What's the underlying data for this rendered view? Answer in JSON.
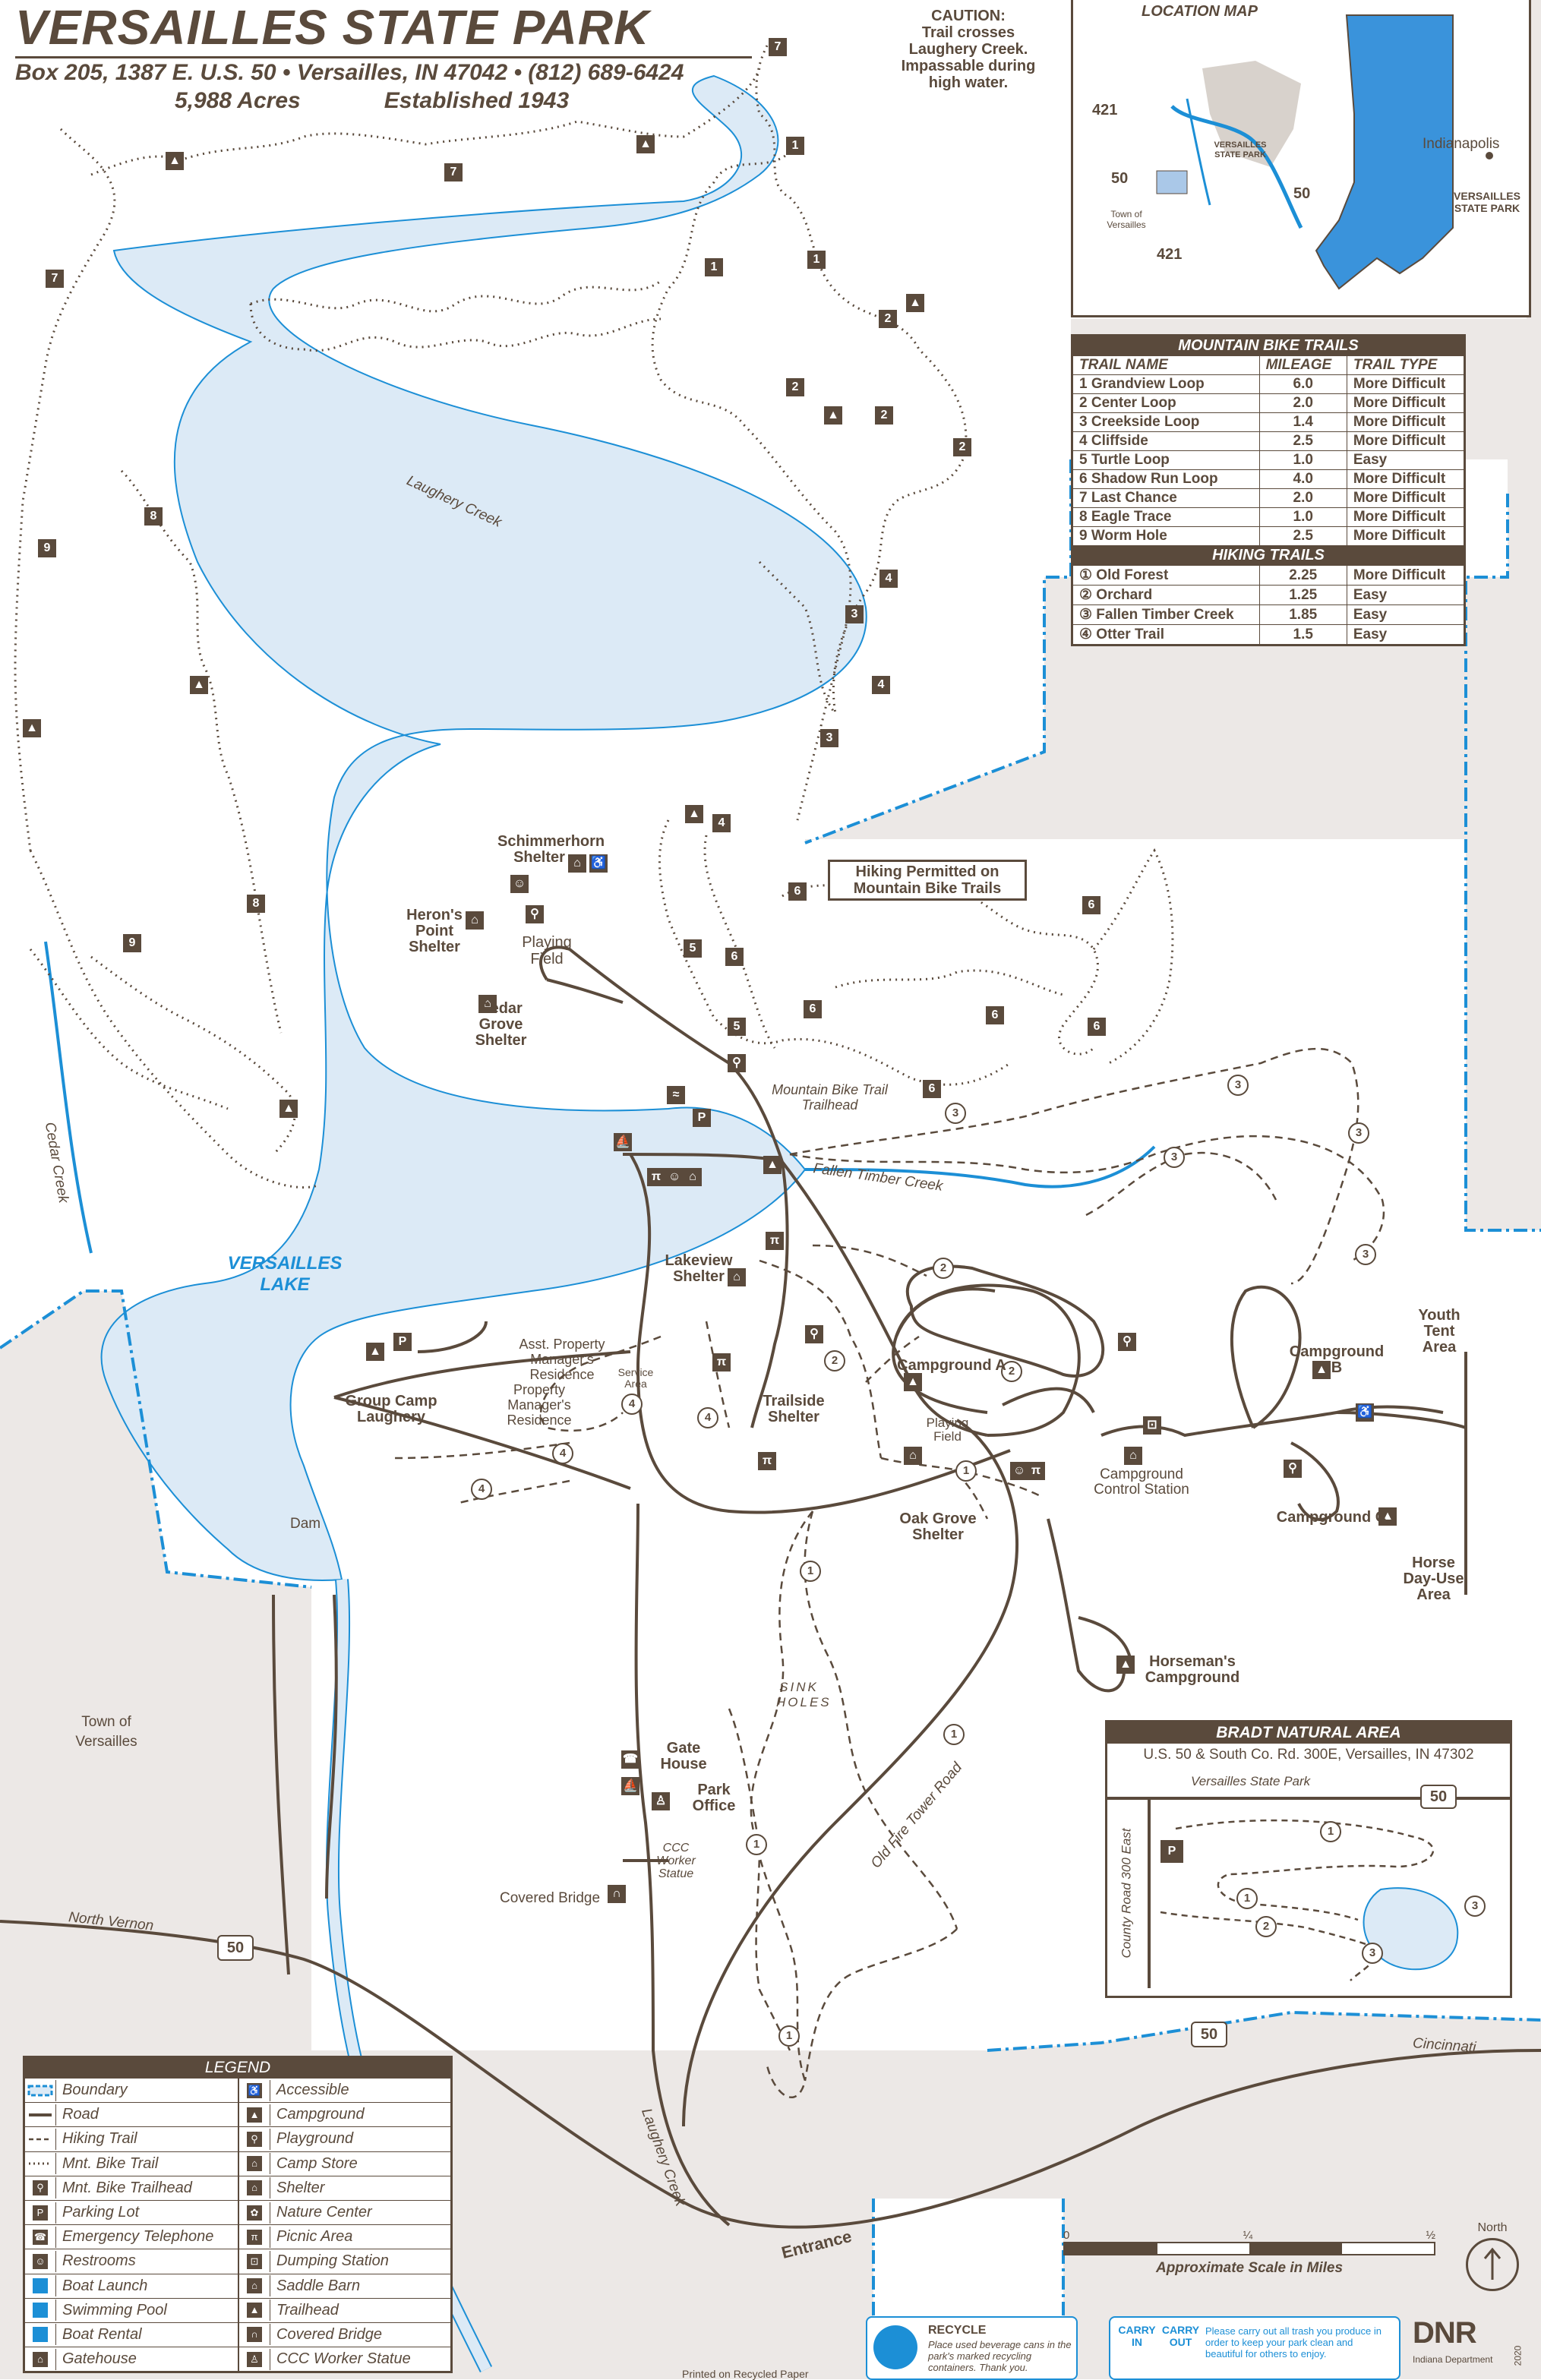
{
  "header": {
    "title": "VERSAILLES STATE PARK",
    "address": "Box 205, 1387 E. U.S. 50 • Versailles, IN 47042 • (812) 689-6424",
    "acres": "5,988 Acres",
    "established": "Established 1943"
  },
  "caution": {
    "title": "CAUTION:",
    "lines": [
      "Trail crosses",
      "Laughery Creek.",
      "Impassable during",
      "high water."
    ]
  },
  "location_map": {
    "title": "LOCATION MAP",
    "indianapolis": "Indianapolis",
    "park_label": "VERSAILLES STATE PARK",
    "park_label_small": "VERSAILLES STATE PARK",
    "town": "Town of Versailles",
    "routes": [
      "421",
      "50",
      "50",
      "421"
    ]
  },
  "mountain_bike_trails": {
    "title": "MOUNTAIN BIKE TRAILS",
    "headers": [
      "TRAIL NAME",
      "MILEAGE",
      "TRAIL TYPE"
    ],
    "rows": [
      [
        "1 Grandview Loop",
        "6.0",
        "More Difficult"
      ],
      [
        "2 Center Loop",
        "2.0",
        "More Difficult"
      ],
      [
        "3 Creekside Loop",
        "1.4",
        "More Difficult"
      ],
      [
        "4 Cliffside",
        "2.5",
        "More Difficult"
      ],
      [
        "5 Turtle Loop",
        "1.0",
        "Easy"
      ],
      [
        "6 Shadow Run Loop",
        "4.0",
        "More Difficult"
      ],
      [
        "7 Last Chance",
        "2.0",
        "More Difficult"
      ],
      [
        "8 Eagle Trace",
        "1.0",
        "More Difficult"
      ],
      [
        "9 Worm Hole",
        "2.5",
        "More Difficult"
      ]
    ]
  },
  "hiking_trails": {
    "title": "HIKING TRAILS",
    "rows": [
      [
        "① Old Forest",
        "2.25",
        "More Difficult"
      ],
      [
        "② Orchard",
        "1.25",
        "Easy"
      ],
      [
        "③ Fallen Timber Creek",
        "1.85",
        "Easy"
      ],
      [
        "④ Otter Trail",
        "1.5",
        "Easy"
      ]
    ]
  },
  "labels": {
    "schimmerhorn": "Schimmerhorn Shelter",
    "herons": "Heron's Point Shelter",
    "playing_field": "Playing Field",
    "cedar_grove": "Cedar Grove Shelter",
    "hiking_permitted": "Hiking Permitted on Mountain Bike Trails",
    "mtb_trailhead": "Mountain Bike Trail Trailhead",
    "lake": "VERSAILLES LAKE",
    "lakeview": "Lakeview Shelter",
    "asst_manager": "Asst. Property Manager's Residence",
    "manager": "Property Manager's Residence",
    "service_area": "Service Area",
    "group_camp": "Group Camp Laughery",
    "trailside": "Trailside Shelter",
    "campground_a": "Campground A",
    "playing_field2": "Playing Field",
    "oak_grove": "Oak Grove Shelter",
    "control_station": "Campground Control Station",
    "campground_b": "Campground B",
    "campground_c": "Campground C",
    "youth_tent": "Youth Tent Area",
    "horse_day": "Horse Day-Use Area",
    "horseman": "Horseman's Campground",
    "sink_holes": "SINK HOLES",
    "dam": "Dam",
    "town": "Town of Versailles",
    "gate_house": "Gate House",
    "park_office": "Park Office",
    "ccc_statue": "CCC Worker Statue",
    "covered_bridge": "Covered Bridge",
    "north_vernon": "North Vernon",
    "cincinnati": "Cincinnati",
    "entrance": "Entrance",
    "old_fire_tower": "Old Fire Tower Road",
    "laughery_creek": "Laughery Creek",
    "laughery_creek2": "Laughery Creek",
    "cedar_creek": "Cedar Creek",
    "fallen_timber_creek": "Fallen Timber Creek",
    "us50": "50"
  },
  "bradt": {
    "title": "BRADT NATURAL AREA",
    "address": "U.S. 50 & South Co. Rd. 300E, Versailles, IN 47302",
    "road_top": "Versailles State Park",
    "road_side": "County Road 300 East",
    "route": "50"
  },
  "legend": {
    "title": "LEGEND",
    "left": [
      "Boundary",
      "Road",
      "Hiking Trail",
      "Mnt. Bike Trail",
      "Mnt. Bike Trailhead",
      "Parking Lot",
      "Emergency Telephone",
      "Restrooms",
      "Boat Launch",
      "Swimming Pool",
      "Boat Rental",
      "Gatehouse"
    ],
    "right": [
      "Accessible",
      "Campground",
      "Playground",
      "Camp Store",
      "Shelter",
      "Nature Center",
      "Picnic Area",
      "Dumping Station",
      "Saddle Barn",
      "Trailhead",
      "Covered Bridge",
      "CCC Worker Statue"
    ]
  },
  "scale": {
    "ticks": [
      "0",
      "¼",
      "½"
    ],
    "caption": "Approximate Scale in Miles"
  },
  "north": "North",
  "footer": {
    "recycle_title": "RECYCLE",
    "recycle_text": "Place used beverage cans in the park's marked recycling containers. Thank you.",
    "carry_in": "CARRY IN",
    "carry_out": "CARRY OUT",
    "carry_text": "Please carry out all trash you produce in order to keep your park clean and beautiful for others to enjoy.",
    "dnr": "DNR",
    "dnr_sub": "Indiana Department",
    "printed": "Printed on Recycled Paper",
    "year": "2020"
  },
  "colors": {
    "ink": "#5a4a3c",
    "water": "#dceaf6",
    "water_line": "#1c8fd6",
    "boundary": "#1c8fd6",
    "outside": "#ece8e6"
  }
}
